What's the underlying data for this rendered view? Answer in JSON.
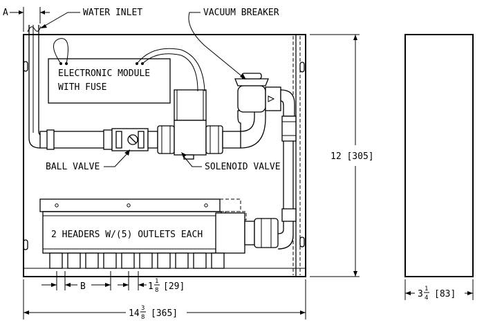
{
  "labels": {
    "dim_a": "A",
    "water_inlet": "WATER INLET",
    "vacuum_breaker": "VACUUM BREAKER",
    "module_line1": "ELECTRONIC MODULE",
    "module_line2": "WITH FUSE",
    "ball_valve": "BALL VALVE",
    "solenoid_valve": "SOLENOID VALVE",
    "headers": "2 HEADERS W/(5) OUTLETS EACH",
    "dim_b": "B"
  },
  "dimensions": {
    "height_main": "12 [305]",
    "width_whole": "14",
    "width_num": "3",
    "width_den": "8",
    "width_mm": "[365]",
    "spacing_whole": "1",
    "spacing_num": "1",
    "spacing_den": "8",
    "spacing_mm": "[29]",
    "depth_whole": "3",
    "depth_num": "1",
    "depth_den": "4",
    "depth_mm": "[83]"
  }
}
